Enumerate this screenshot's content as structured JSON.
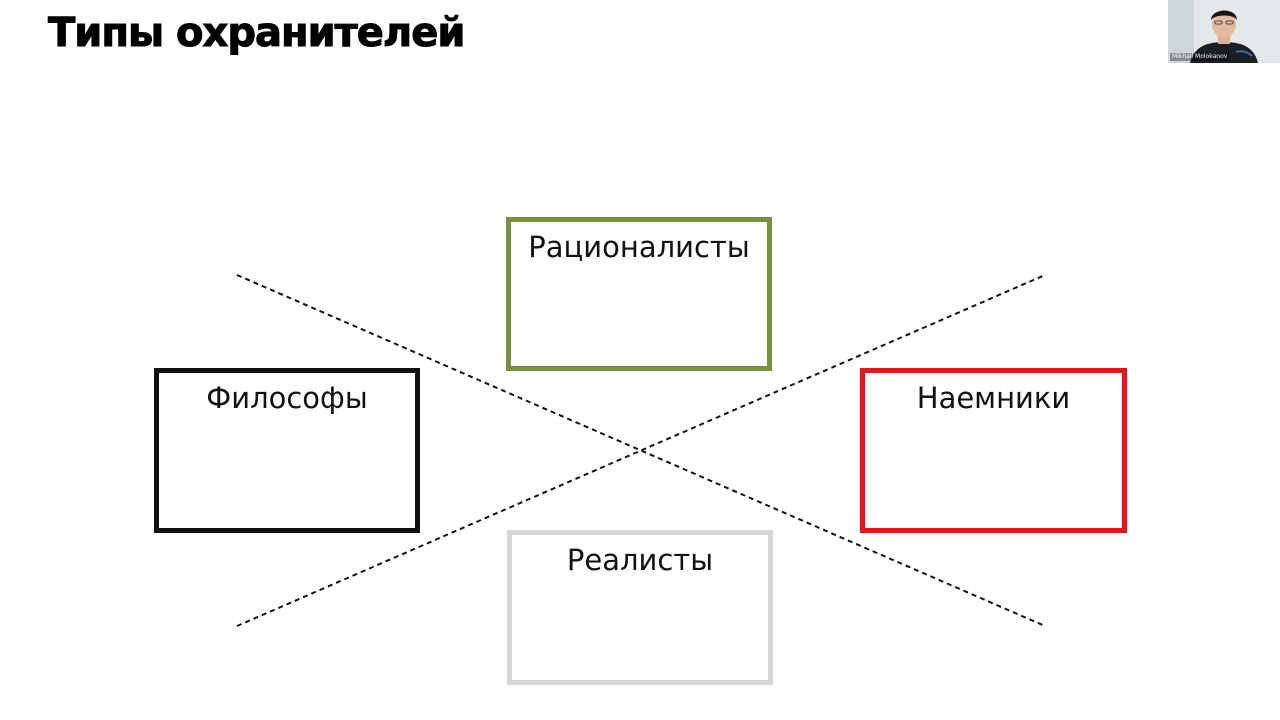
{
  "slide": {
    "title": "Типы охранителей"
  },
  "diagram": {
    "boxes": [
      {
        "label": "Рационалисты",
        "color": "#77913f"
      },
      {
        "label": "Философы",
        "color": "#111111"
      },
      {
        "label": "Наемники",
        "color": "#dc1a1a"
      },
      {
        "label": "Реалисты",
        "color": "#d6d6d6"
      }
    ],
    "axis_style": "dashed",
    "axis_color": "#111111"
  },
  "video": {
    "participant_name": "Mikhail Molokanov"
  }
}
